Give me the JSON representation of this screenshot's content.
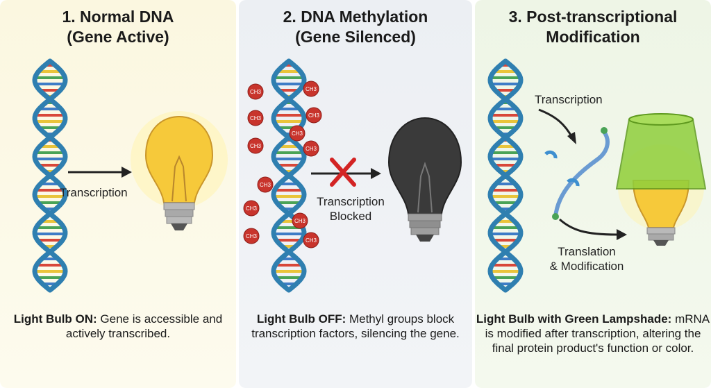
{
  "panels": [
    {
      "title_line1": "1. Normal DNA",
      "title_line2": "(Gene Active)",
      "arrow_label": "Transcription",
      "caption_bold": "Light Bulb ON:",
      "caption_text": " Gene is accessible and actively transcribed.",
      "bulb_state": "on",
      "bulb_color": "#f6c93a"
    },
    {
      "title_line1": "2. DNA Methylation",
      "title_line2": "(Gene Silenced)",
      "arrow_label_line1": "Transcription",
      "arrow_label_line2": "Blocked",
      "methyl_label": "CH3",
      "caption_bold": "Light Bulb OFF:",
      "caption_text": " Methyl groups block transcription factors, silencing the gene.",
      "bulb_state": "off",
      "bulb_color": "#3a3a3a",
      "block_color": "#d32424"
    },
    {
      "title_line1": "3. Post-transcriptional",
      "title_line2": "Modification",
      "arrow_top_label": "Transcription",
      "arrow_bottom_label_line1": "Translation",
      "arrow_bottom_label_line2": "& Modification",
      "caption_bold": "Light Bulb with Green Lampshade:",
      "caption_text": " mRNA is modified after transcription, altering the final protein product's function or color.",
      "bulb_state": "on-shaded",
      "shade_color": "#8fcf3c"
    }
  ],
  "colors": {
    "dna_backbone": "#2f7fb0",
    "base_red": "#d8473a",
    "base_yellow": "#e9c43a",
    "base_green": "#4aa356",
    "base_blue": "#3e7cc6"
  }
}
